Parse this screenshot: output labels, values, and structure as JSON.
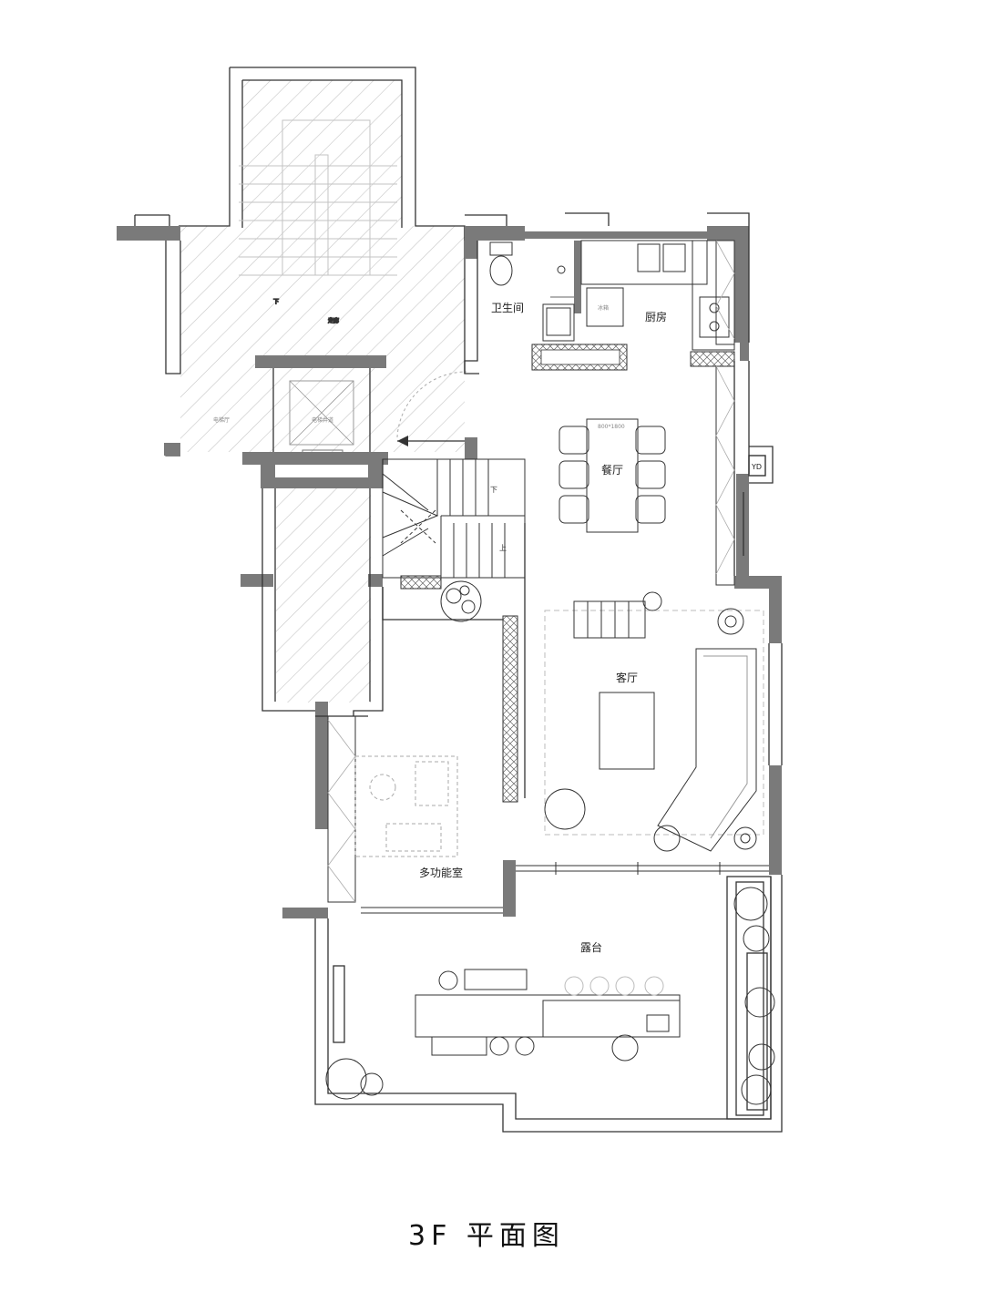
{
  "title": "3F 平面图",
  "rooms": {
    "bathroom": "卫生间",
    "kitchen": "厨房",
    "dining": "餐厅",
    "living": "客厅",
    "multi_room": "多功能室",
    "terrace": "露台"
  },
  "annotations": {
    "table_size": "800*1800",
    "yd": "YD",
    "stair_down": "下",
    "stair_up": "上",
    "fridge": "冰箱"
  },
  "colors": {
    "wall": "#7a7a7a",
    "line": "#333333",
    "light": "#bdbdbd",
    "hatch": "#c8c8c8"
  }
}
